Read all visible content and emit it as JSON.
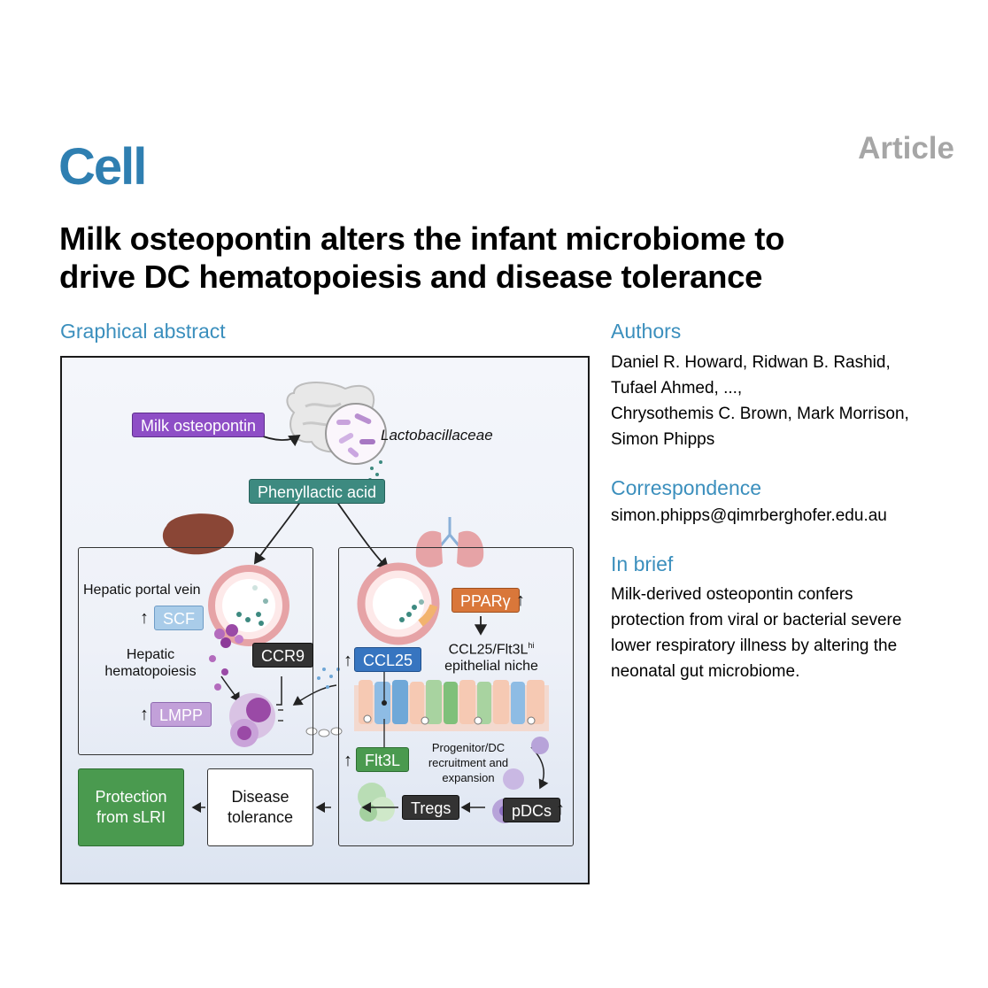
{
  "header": {
    "journal": "Cell",
    "article_type": "Article",
    "title_line1": "Milk osteopontin alters the infant microbiome to",
    "title_line2": "drive DC hematopoiesis and disease tolerance"
  },
  "graphical_abstract": {
    "heading": "Graphical abstract",
    "milk_osteopontin": "Milk osteopontin",
    "lactobacillaceae": "Lactobacillaceae",
    "phenyllactic_acid": "Phenyllactic acid",
    "hepatic_portal_vein": "Hepatic portal vein",
    "scf": "SCF",
    "hepatic_line1": "Hepatic",
    "hepatic_line2": "hematopoiesis",
    "ccr9": "CCR9",
    "lmpp": "LMPP",
    "ppar": "PPARγ",
    "ccl25_flt3l_line1": "CCL25/Flt3L",
    "ccl25_flt3l_sup": "hi",
    "ccl25_flt3l_line2": "epithelial niche",
    "ccl25": "CCL25",
    "flt3l": "Flt3L",
    "progenitor_line1": "Progenitor/DC",
    "progenitor_line2": "recruitment and",
    "progenitor_line3": "expansion",
    "tregs": "Tregs",
    "pdcs": "pDCs",
    "disease_line1": "Disease",
    "disease_line2": "tolerance",
    "protection_line1": "Protection",
    "protection_line2": "from sLRI",
    "up_arrow": "↑"
  },
  "authors": {
    "heading": "Authors",
    "line1": "Daniel R. Howard, Ridwan B. Rashid,",
    "line2": "Tufael Ahmed, ...,",
    "line3": "Chrysothemis C. Brown, Mark Morrison,",
    "line4": "Simon Phipps"
  },
  "correspondence": {
    "heading": "Correspondence",
    "email": "simon.phipps@qimrberghofer.edu.au"
  },
  "in_brief": {
    "heading": "In brief",
    "line1": "Milk-derived osteopontin confers",
    "line2": "protection from viral or bacterial severe",
    "line3": "lower respiratory illness by altering the",
    "line4": "neonatal gut microbiome."
  },
  "colors": {
    "brand_blue": "#2f7fb1",
    "section_blue": "#3b8fbd",
    "article_gray": "#a6a6a6"
  }
}
